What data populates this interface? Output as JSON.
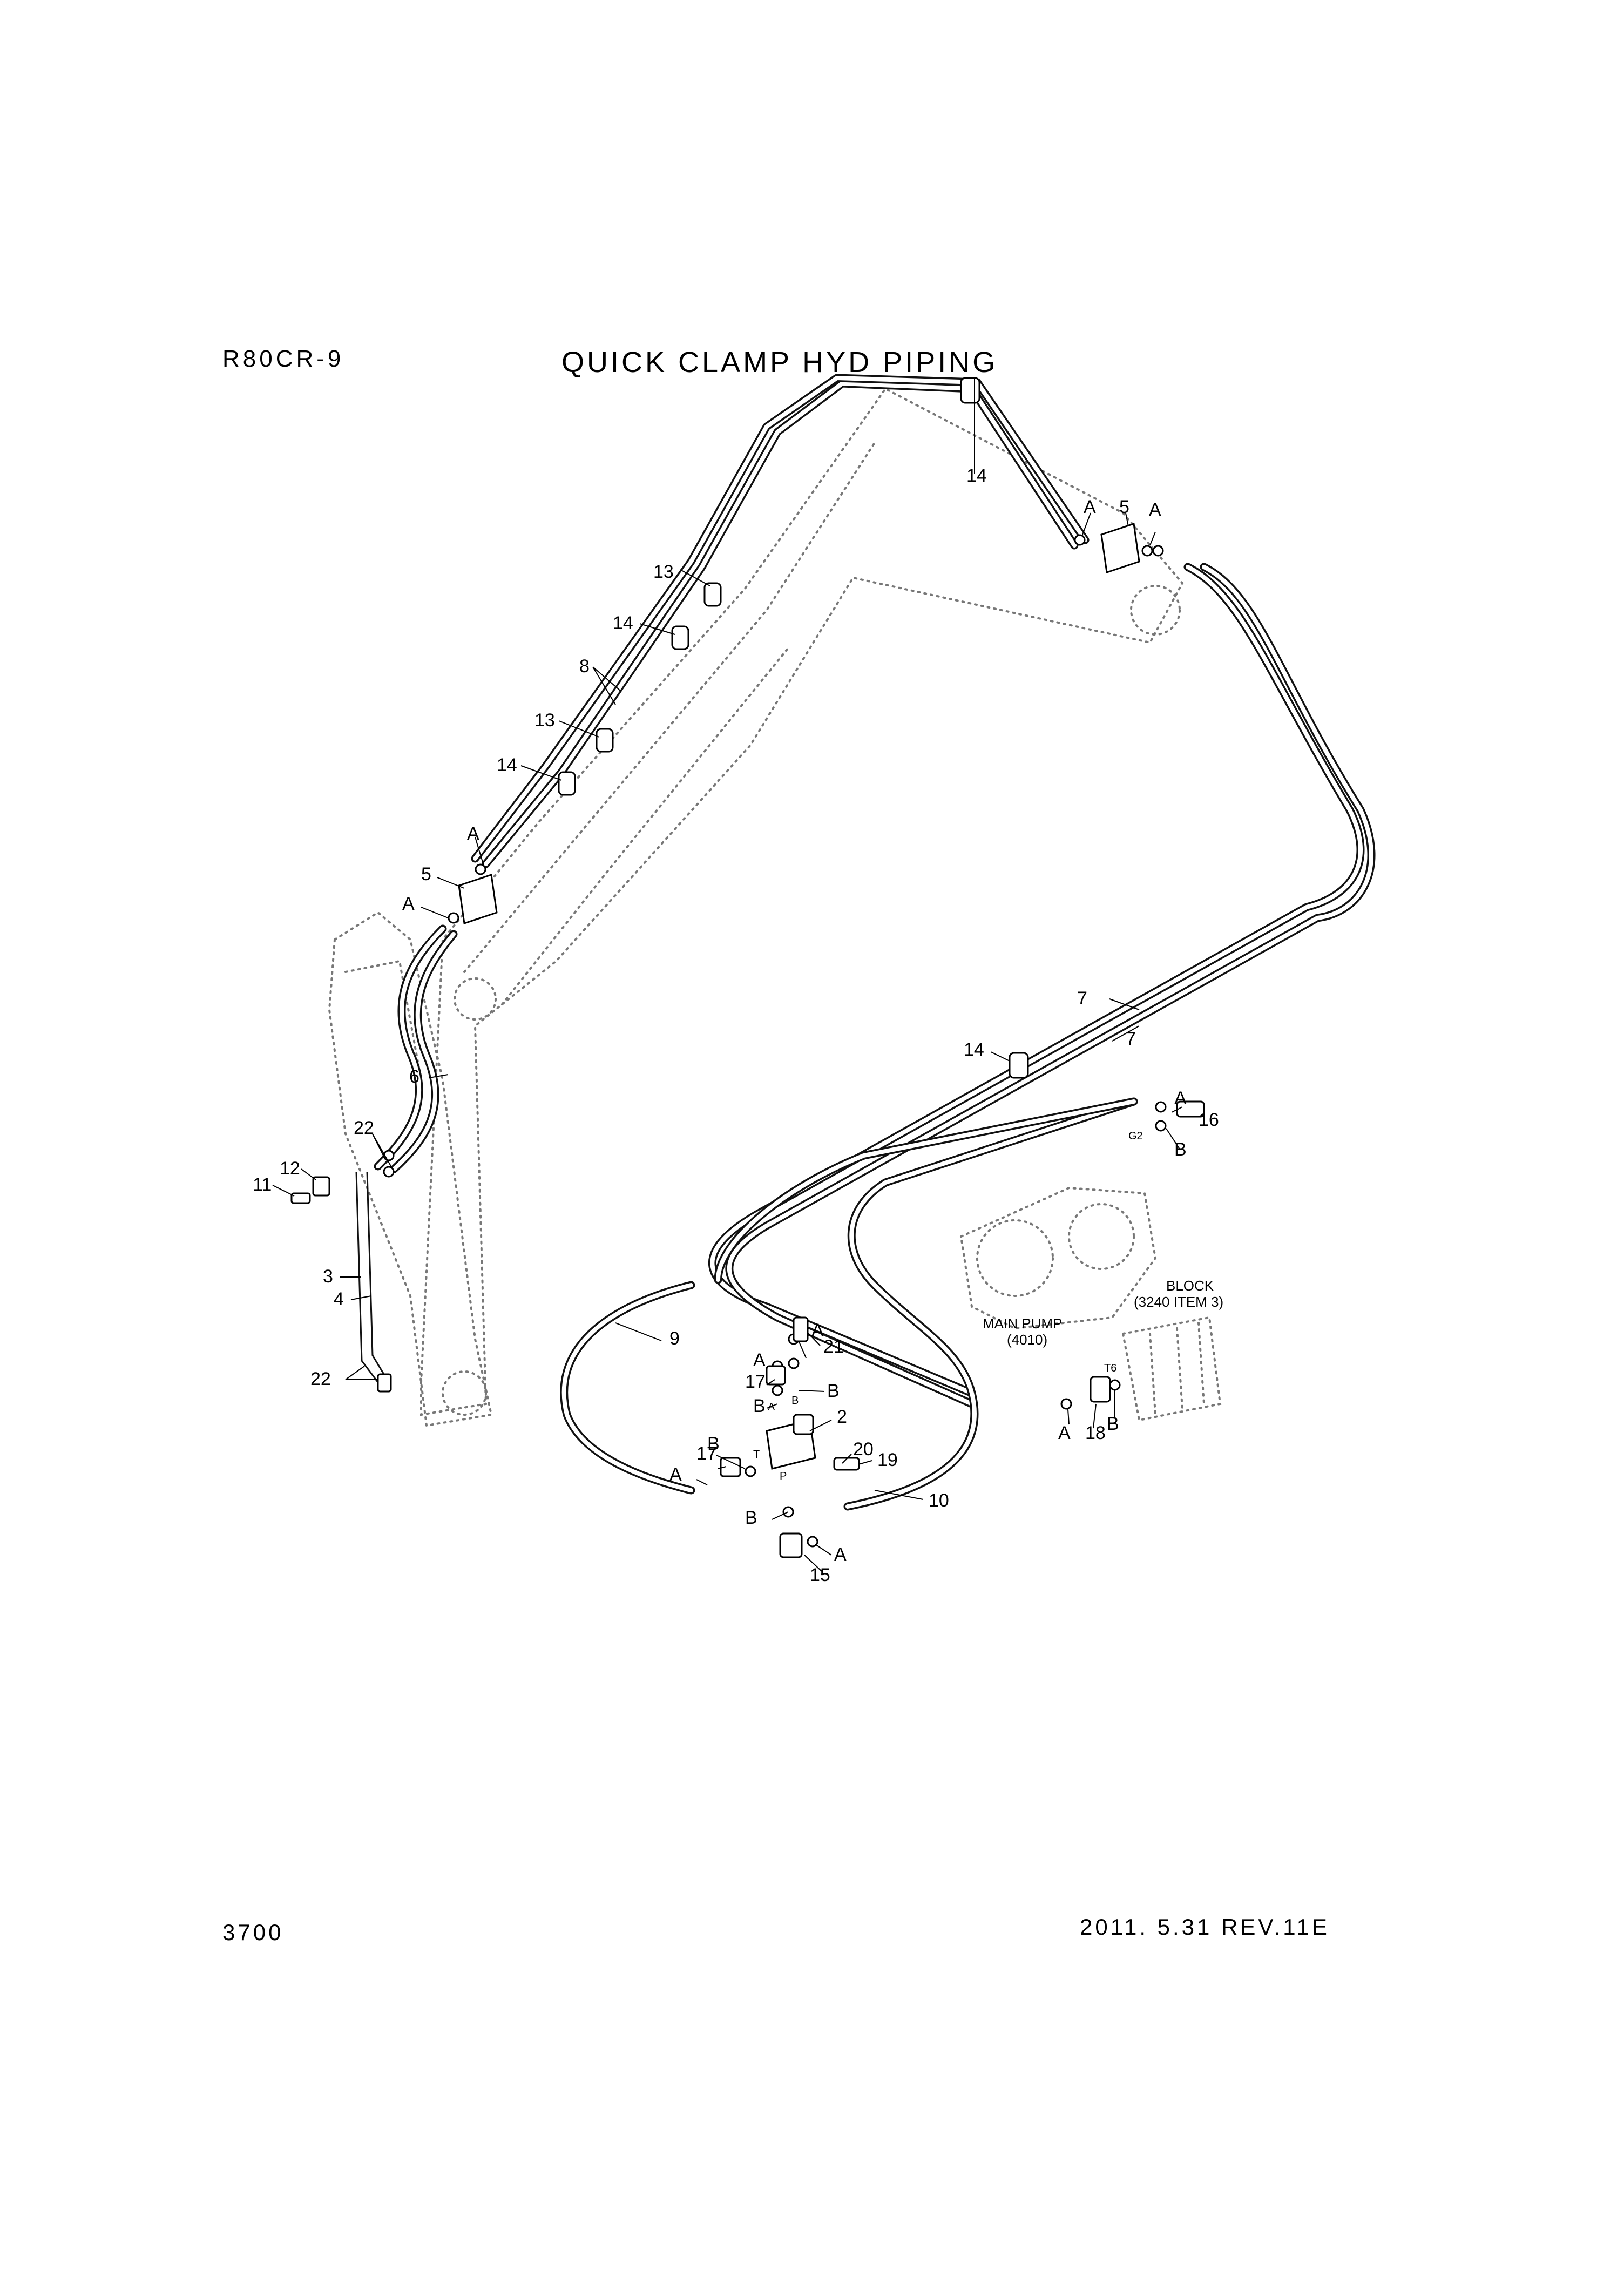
{
  "header": {
    "model": "R80CR-9",
    "title": "QUICK CLAMP HYD PIPING"
  },
  "footer": {
    "page_number": "3700",
    "revision": "2011. 5.31  REV.11E"
  },
  "diagram": {
    "captions": {
      "main_pump_line1": "MAIN PUMP",
      "main_pump_line2": "(4010)",
      "block_line1": "BLOCK",
      "block_line2": "(3240 ITEM 3)"
    },
    "port_marks": {
      "g2": "G2",
      "t6": "T6",
      "valve_t": "T",
      "valve_a": "A",
      "valve_b": "B",
      "valve_p": "P"
    },
    "callouts": [
      "14",
      "A",
      "5",
      "A",
      "13",
      "14",
      "8",
      "13",
      "14",
      "A",
      "5",
      "A",
      "7",
      "7",
      "14",
      "6",
      "22",
      "12",
      "11",
      "3",
      "4",
      "22",
      "A",
      "16",
      "B",
      "9",
      "A",
      "21",
      "A",
      "17",
      "B",
      "B",
      "2",
      "17",
      "B",
      "A",
      "20",
      "19",
      "10",
      "B",
      "A",
      "15",
      "A",
      "18",
      "B"
    ]
  }
}
